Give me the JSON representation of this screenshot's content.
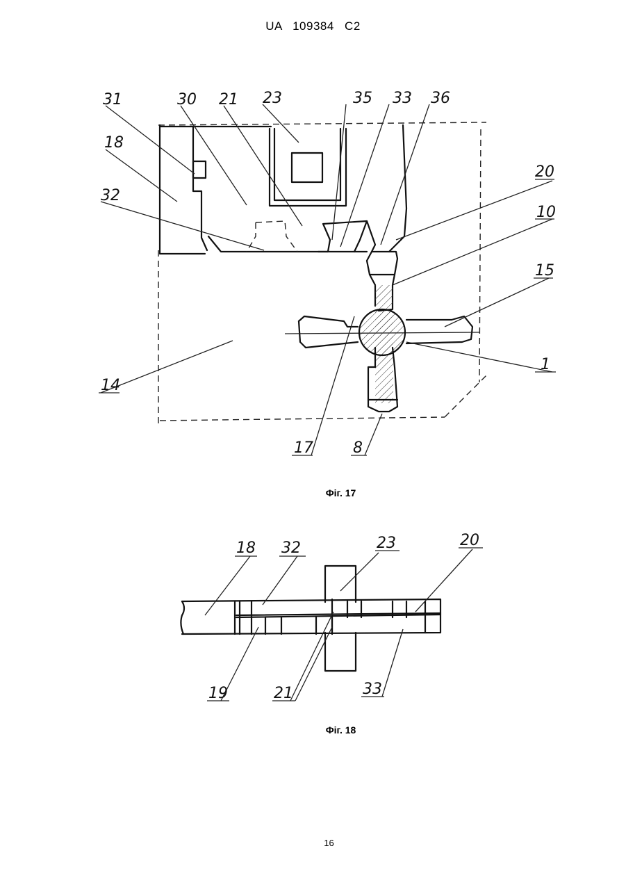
{
  "header": {
    "text": "UA   109384   C2"
  },
  "figure17": {
    "caption": "Фіг. 17",
    "labels": [
      "31",
      "30",
      "21",
      "23",
      "35",
      "33",
      "36",
      "18",
      "32",
      "20",
      "10",
      "15",
      "1",
      "14",
      "17",
      "8"
    ]
  },
  "figure18": {
    "caption": "Фіг. 18",
    "labels": [
      "18",
      "32",
      "23",
      "20",
      "19",
      "21",
      "33"
    ]
  },
  "page": {
    "number": "16"
  }
}
